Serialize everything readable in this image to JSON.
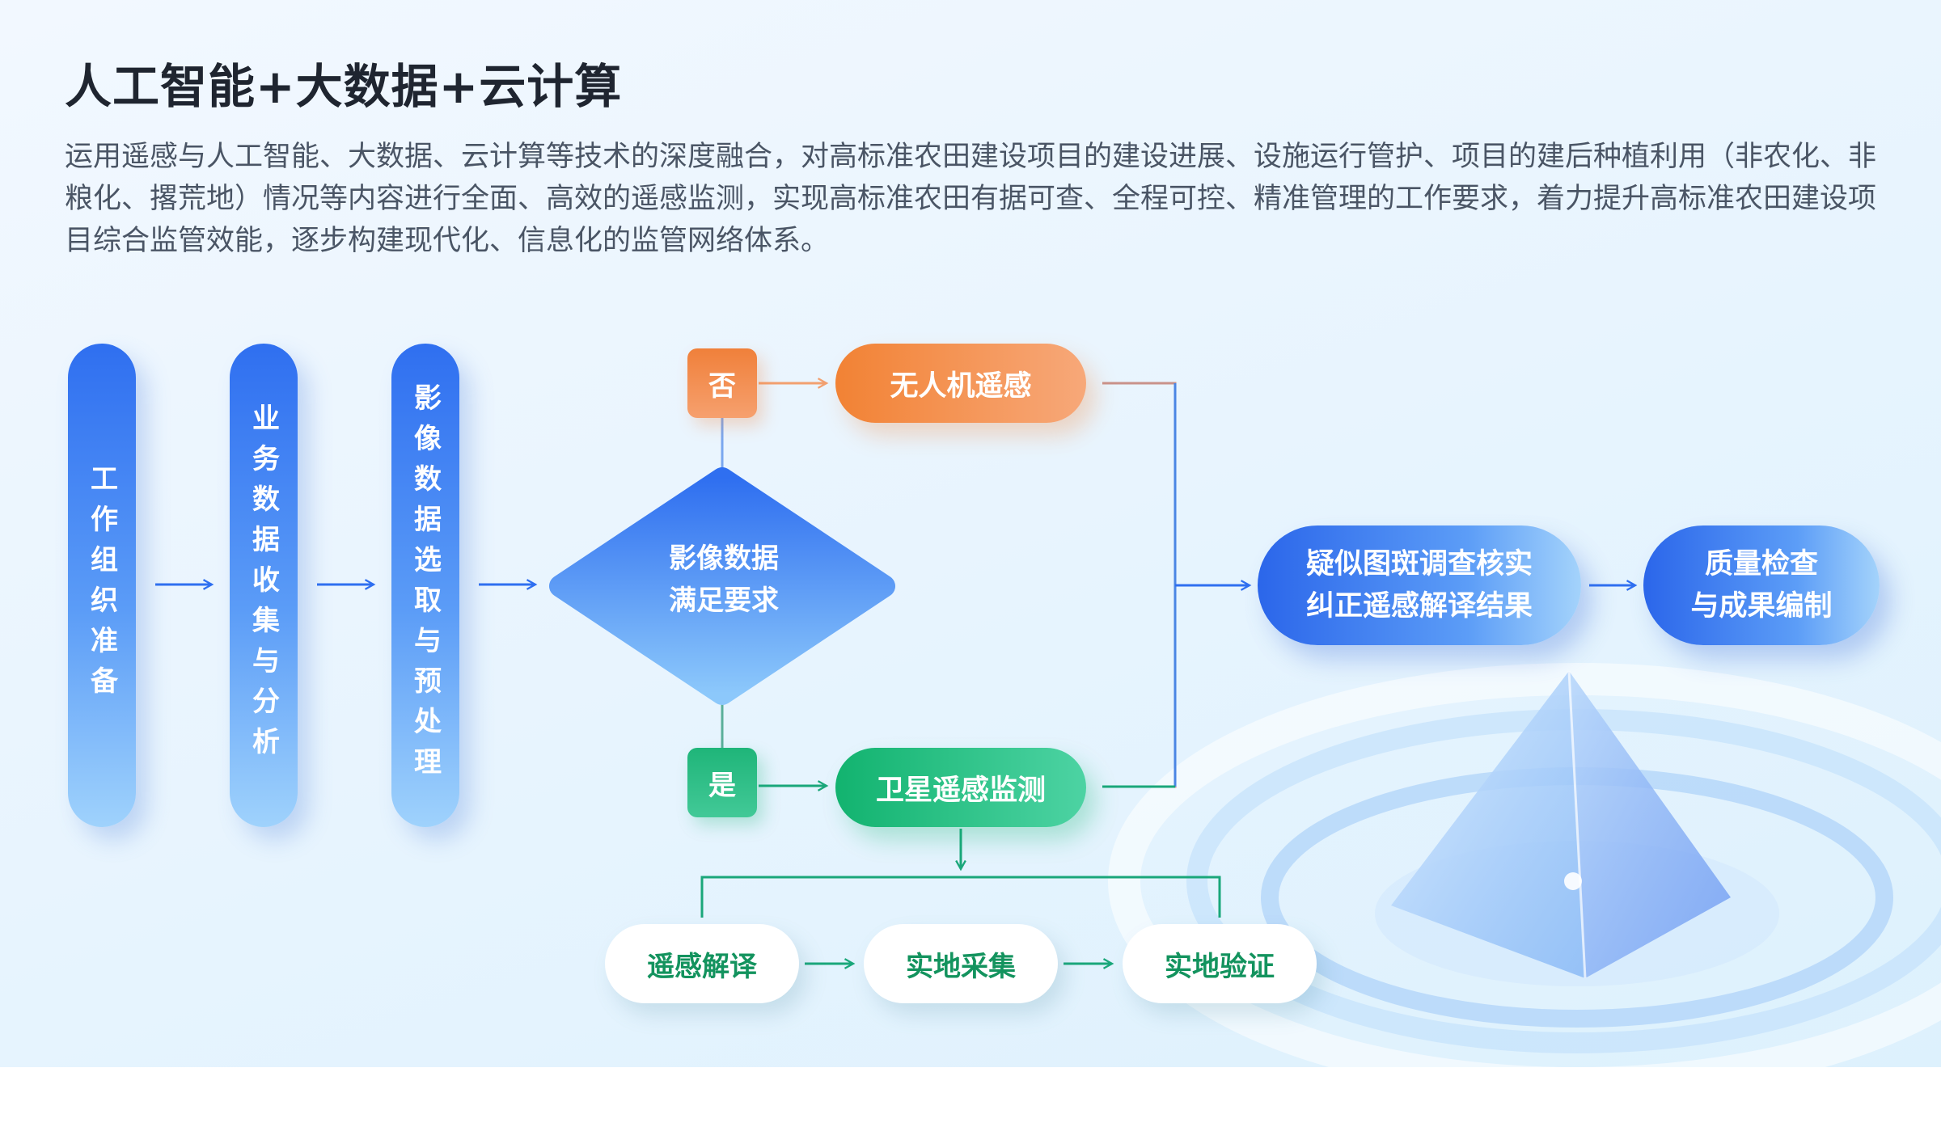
{
  "title": "人工智能+大数据+云计算",
  "description": "运用遥感与人工智能、大数据、云计算等技术的深度融合，对高标准农田建设项目的建设进展、设施运行管护、项目的建后种植利用（非农化、非粮化、撂荒地）情况等内容进行全面、高效的遥感监测，实现高标准农田有据可查、全程可控、精准管理的工作要求，着力提升高标准农田建设项目综合监管效能，逐步构建现代化、信息化的监管网络体系。",
  "flow": {
    "steps": [
      "工作组织准备",
      "业务数据收集与分析",
      "影像数据选取与预处理"
    ],
    "decision": {
      "line1": "影像数据",
      "line2": "满足要求"
    },
    "no_label": "否",
    "yes_label": "是",
    "uav": "无人机遥感",
    "satellite": "卫星遥感监测",
    "sub_steps": [
      "遥感解译",
      "实地采集",
      "实地验证"
    ],
    "verify": {
      "line1": "疑似图斑调查核实",
      "line2": "纠正遥感解译结果"
    },
    "quality": {
      "line1": "质量检查",
      "line2": "与成果编制"
    }
  },
  "colors": {
    "blue": "#2f6ff0",
    "orange": "#f28234",
    "green": "#12b36f",
    "connector_green": "#1aa77a"
  }
}
